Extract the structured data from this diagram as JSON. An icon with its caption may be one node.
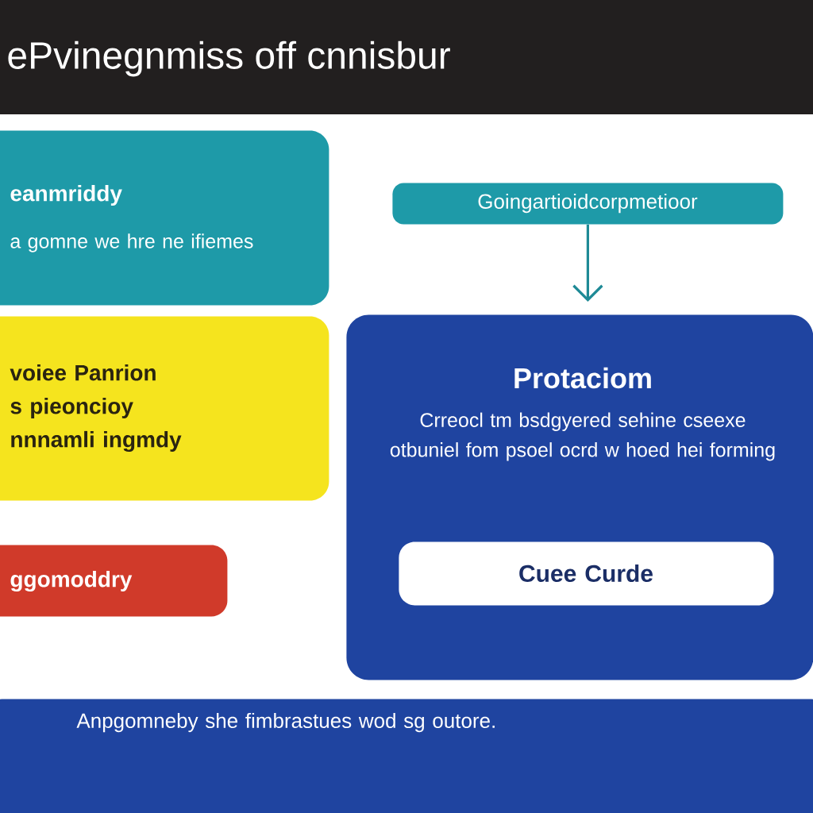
{
  "diagram": {
    "title": "ePvinegnmiss off cnnisbur",
    "nodes": [
      {
        "text": [
          "eanmriddy",
          "a gomne we hre ne ifiemes"
        ]
      },
      {
        "text": [
          "voiee Panrion s pieoncioy nnnamli ingmdy"
        ]
      },
      {
        "text": [
          "ggomoddry"
        ]
      },
      {
        "text": [
          "Goingartioidcorpmetioor"
        ]
      },
      {
        "text": [
          "Protaciom",
          "Crreocl tm bsdgyered sehine cseexe otbuniel fom psoel ocrd w hoed hei forming"
        ]
      },
      {
        "text": [
          "Cuee Curde"
        ],
        "in": 4
      },
      {
        "text": [
          "Anpgomneby she fimbrastues wod sg outore."
        ]
      }
    ],
    "edges": [
      {
        "from": 3,
        "to": 4,
        "arrow": "to"
      }
    ]
  }
}
